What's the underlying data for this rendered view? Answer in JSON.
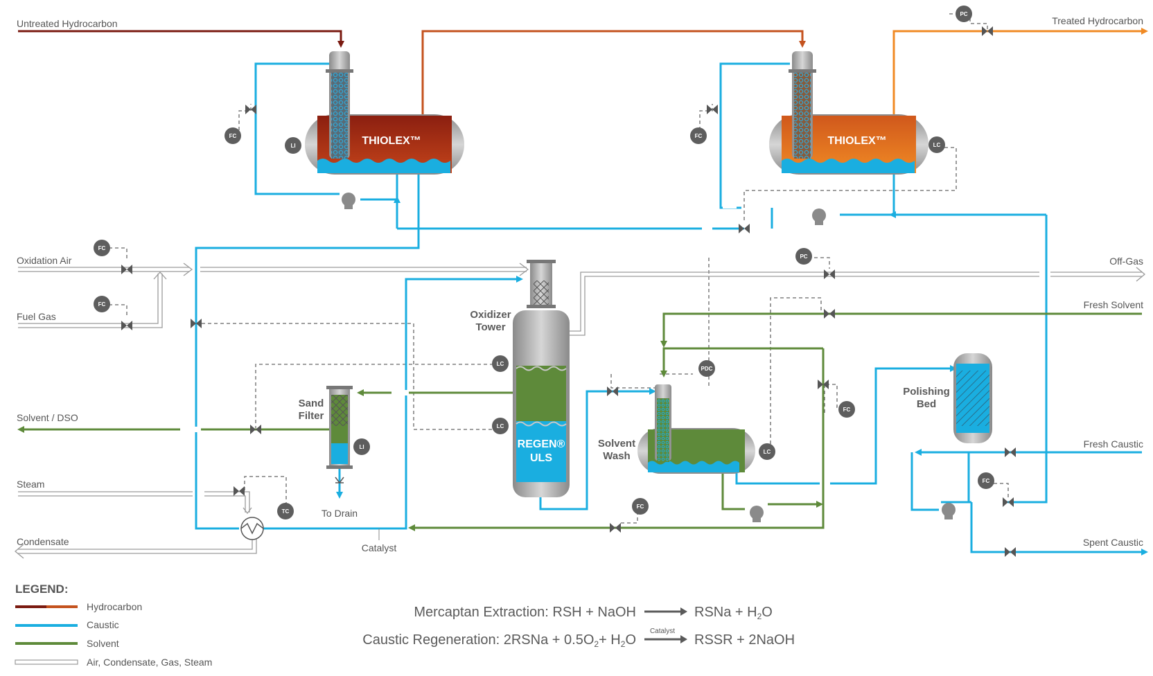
{
  "streams": {
    "untreated_hydrocarbon": "Untreated Hydrocarbon",
    "treated_hydrocarbon": "Treated Hydrocarbon",
    "oxidation_air": "Oxidation Air",
    "fuel_gas": "Fuel Gas",
    "off_gas": "Off-Gas",
    "fresh_solvent": "Fresh Solvent",
    "solvent_dso": "Solvent / DSO",
    "steam": "Steam",
    "condensate": "Condensate",
    "catalyst": "Catalyst",
    "to_drain": "To Drain",
    "fresh_caustic": "Fresh Caustic",
    "spent_caustic": "Spent Caustic"
  },
  "equipment": {
    "thiolex_1": "THIOLEX™",
    "thiolex_2": "THIOLEX™",
    "oxidizer_line1": "Oxidizer",
    "oxidizer_line2": "Tower",
    "regen_line1": "REGEN®",
    "regen_line2": "ULS",
    "sand_line1": "Sand",
    "sand_line2": "Filter",
    "wash_line1": "Solvent",
    "wash_line2": "Wash",
    "polish_line1": "Polishing",
    "polish_line2": "Bed"
  },
  "instruments": {
    "fc": "FC",
    "li": "LI",
    "lc": "LC",
    "pc": "PC",
    "tc": "TC",
    "pdc": "PDC"
  },
  "legend": {
    "title": "LEGEND:",
    "items": [
      {
        "label": "Hydrocarbon"
      },
      {
        "label": "Caustic"
      },
      {
        "label": "Solvent"
      },
      {
        "label": "Air, Condensate, Gas, Steam"
      }
    ]
  },
  "equations": {
    "eq1_left": "Mercaptan Extraction: RSH + NaOH",
    "eq1_right_a": "RSNa + H",
    "eq1_right_sub": "2",
    "eq1_right_b": "O",
    "eq2_left_a": "Caustic Regeneration: 2RSNa + 0.5O",
    "eq2_left_sub1": "2",
    "eq2_left_b": "+ H",
    "eq2_left_sub2": "2",
    "eq2_left_c": "O",
    "eq2_catalyst": "Catalyst",
    "eq2_right": "RSSR + 2NaOH"
  },
  "colors": {
    "hydrocarbon_dark": "#7a1a10",
    "hydrocarbon_mid": "#c4521e",
    "hydrocarbon_light": "#f08a24",
    "caustic": "#1aaee0",
    "solvent": "#5e8a3a",
    "utility": "#9a9a9a",
    "vessel_gray": "#9b9b9b",
    "instrument": "#5e5e5e"
  }
}
